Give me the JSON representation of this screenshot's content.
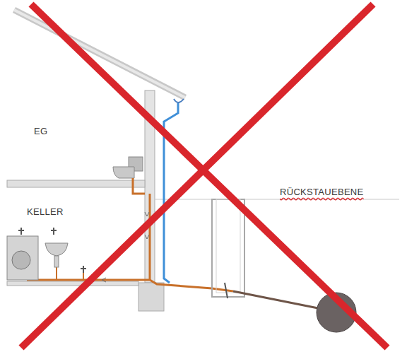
{
  "diagram": {
    "labels": [
      "EG",
      "KELLER",
      "RÜCKSTAUEBENE"
    ]
  }
}
